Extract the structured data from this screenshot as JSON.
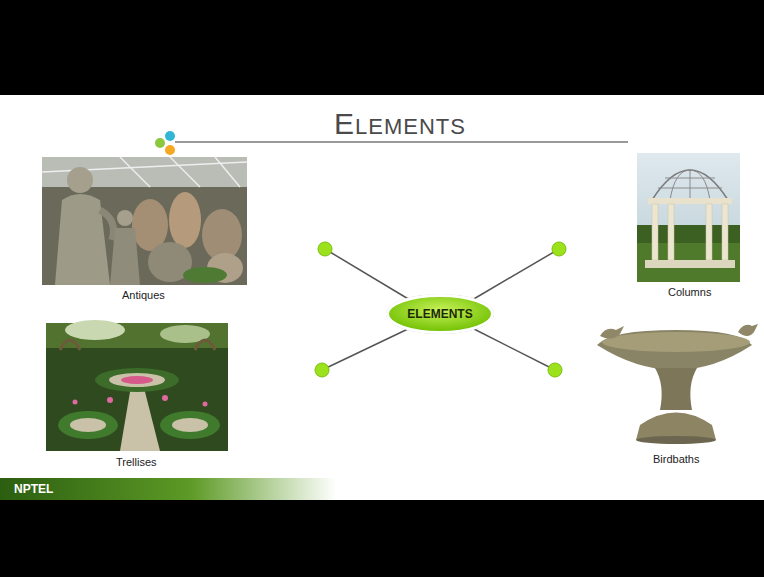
{
  "diagram": {
    "title": "ELEMENTS",
    "nodes": [
      {
        "text": [
          "ELEMENTS"
        ]
      }
    ],
    "labels": [
      "Antiques",
      "Columns",
      "Trellises",
      "Birdbaths",
      "NPTEL"
    ]
  }
}
